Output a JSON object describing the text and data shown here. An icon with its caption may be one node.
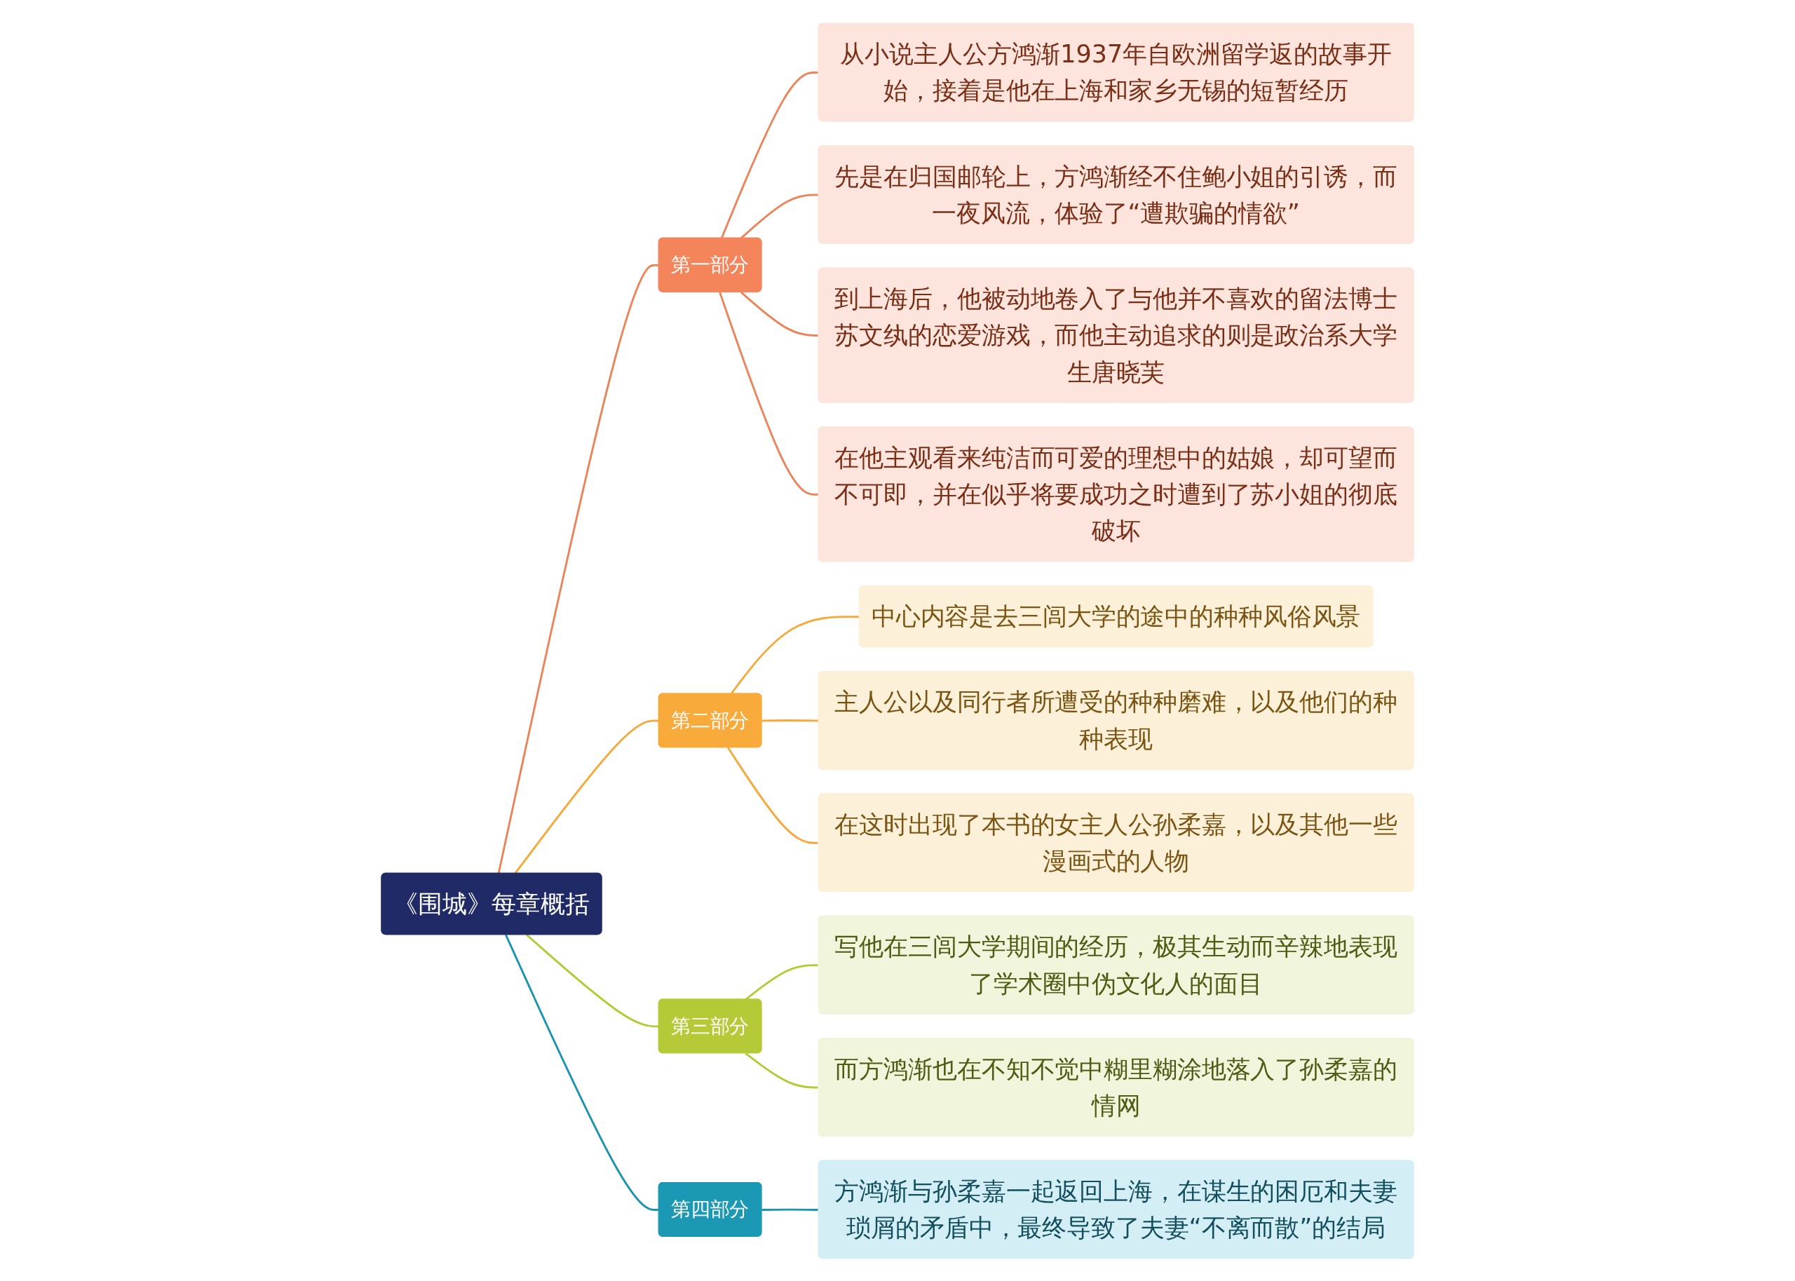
{
  "diagram": {
    "nodes": [
      {
        "text": [
          "《围城》每章概括"
        ]
      },
      {
        "text": [
          "第一部分"
        ]
      },
      {
        "text": [
          "从小说主人公方鸿渐1937年自欧洲留学返的故事开始，接着是他在上海和家乡无锡的短暂经历"
        ]
      },
      {
        "text": [
          "先是在归国邮轮上，方鸿渐经不住鲍小姐的引诱，而一夜风流，体验了“遭欺骗的情欲”"
        ]
      },
      {
        "text": [
          "到上海后，他被动地卷入了与他并不喜欢的留法博士苏文纨的恋爱游戏，而他主动追求的则是政治系大学生唐晓芙"
        ]
      },
      {
        "text": [
          "在他主观看来纯洁而可爱的理想中的姑娘，却可望而不可即，并在似乎将要成功之时遭到了苏小姐的彻底破坏"
        ]
      },
      {
        "text": [
          "第二部分"
        ]
      },
      {
        "text": [
          "中心内容是去三闾大学的途中的种种风俗风景"
        ]
      },
      {
        "text": [
          "主人公以及同行者所遭受的种种磨难，以及他们的种种表现"
        ]
      },
      {
        "text": [
          "在这时出现了本书的女主人公孙柔嘉，以及其他一些漫画式的人物"
        ]
      },
      {
        "text": [
          "第三部分"
        ]
      },
      {
        "text": [
          "写他在三闾大学期间的经历，极其生动而辛辣地表现了学术圈中伪文化人的面目"
        ]
      },
      {
        "text": [
          "而方鸿渐也在不知不觉中糊里糊涂地落入了孙柔嘉的情网"
        ]
      },
      {
        "text": [
          "第四部分"
        ]
      },
      {
        "text": [
          "方鸿渐与孙柔嘉一起返回上海，在谋生的困厄和夫妻琐屑的矛盾中，最终导致了夫妻“不离而散”的结局"
        ]
      }
    ],
    "edges": [
      {
        "from": 0,
        "to": 1,
        "arrow": "none"
      },
      {
        "from": 1,
        "to": 2,
        "arrow": "none"
      },
      {
        "from": 1,
        "to": 3,
        "arrow": "none"
      },
      {
        "from": 1,
        "to": 4,
        "arrow": "none"
      },
      {
        "from": 1,
        "to": 5,
        "arrow": "none"
      },
      {
        "from": 0,
        "to": 6,
        "arrow": "none",
        "color": "#f5a93a"
      },
      {
        "from": 6,
        "to": 7,
        "arrow": "none",
        "color": "#f5a93a"
      },
      {
        "from": 6,
        "to": 8,
        "arrow": "none",
        "color": "#f5a93a"
      },
      {
        "from": 6,
        "to": 9,
        "arrow": "none",
        "color": "#f5a93a"
      },
      {
        "from": 0,
        "to": 10,
        "arrow": "none",
        "color": "#b5c935"
      },
      {
        "from": 10,
        "to": 11,
        "arrow": "none",
        "color": "#b5c935"
      },
      {
        "from": 10,
        "to": 12,
        "arrow": "none",
        "color": "#b5c935"
      },
      {
        "from": 0,
        "to": 13,
        "arrow": "none",
        "color": "#1a94b0"
      },
      {
        "from": 13,
        "to": 14,
        "arrow": "none",
        "color": "#1a94b0"
      }
    ]
  }
}
